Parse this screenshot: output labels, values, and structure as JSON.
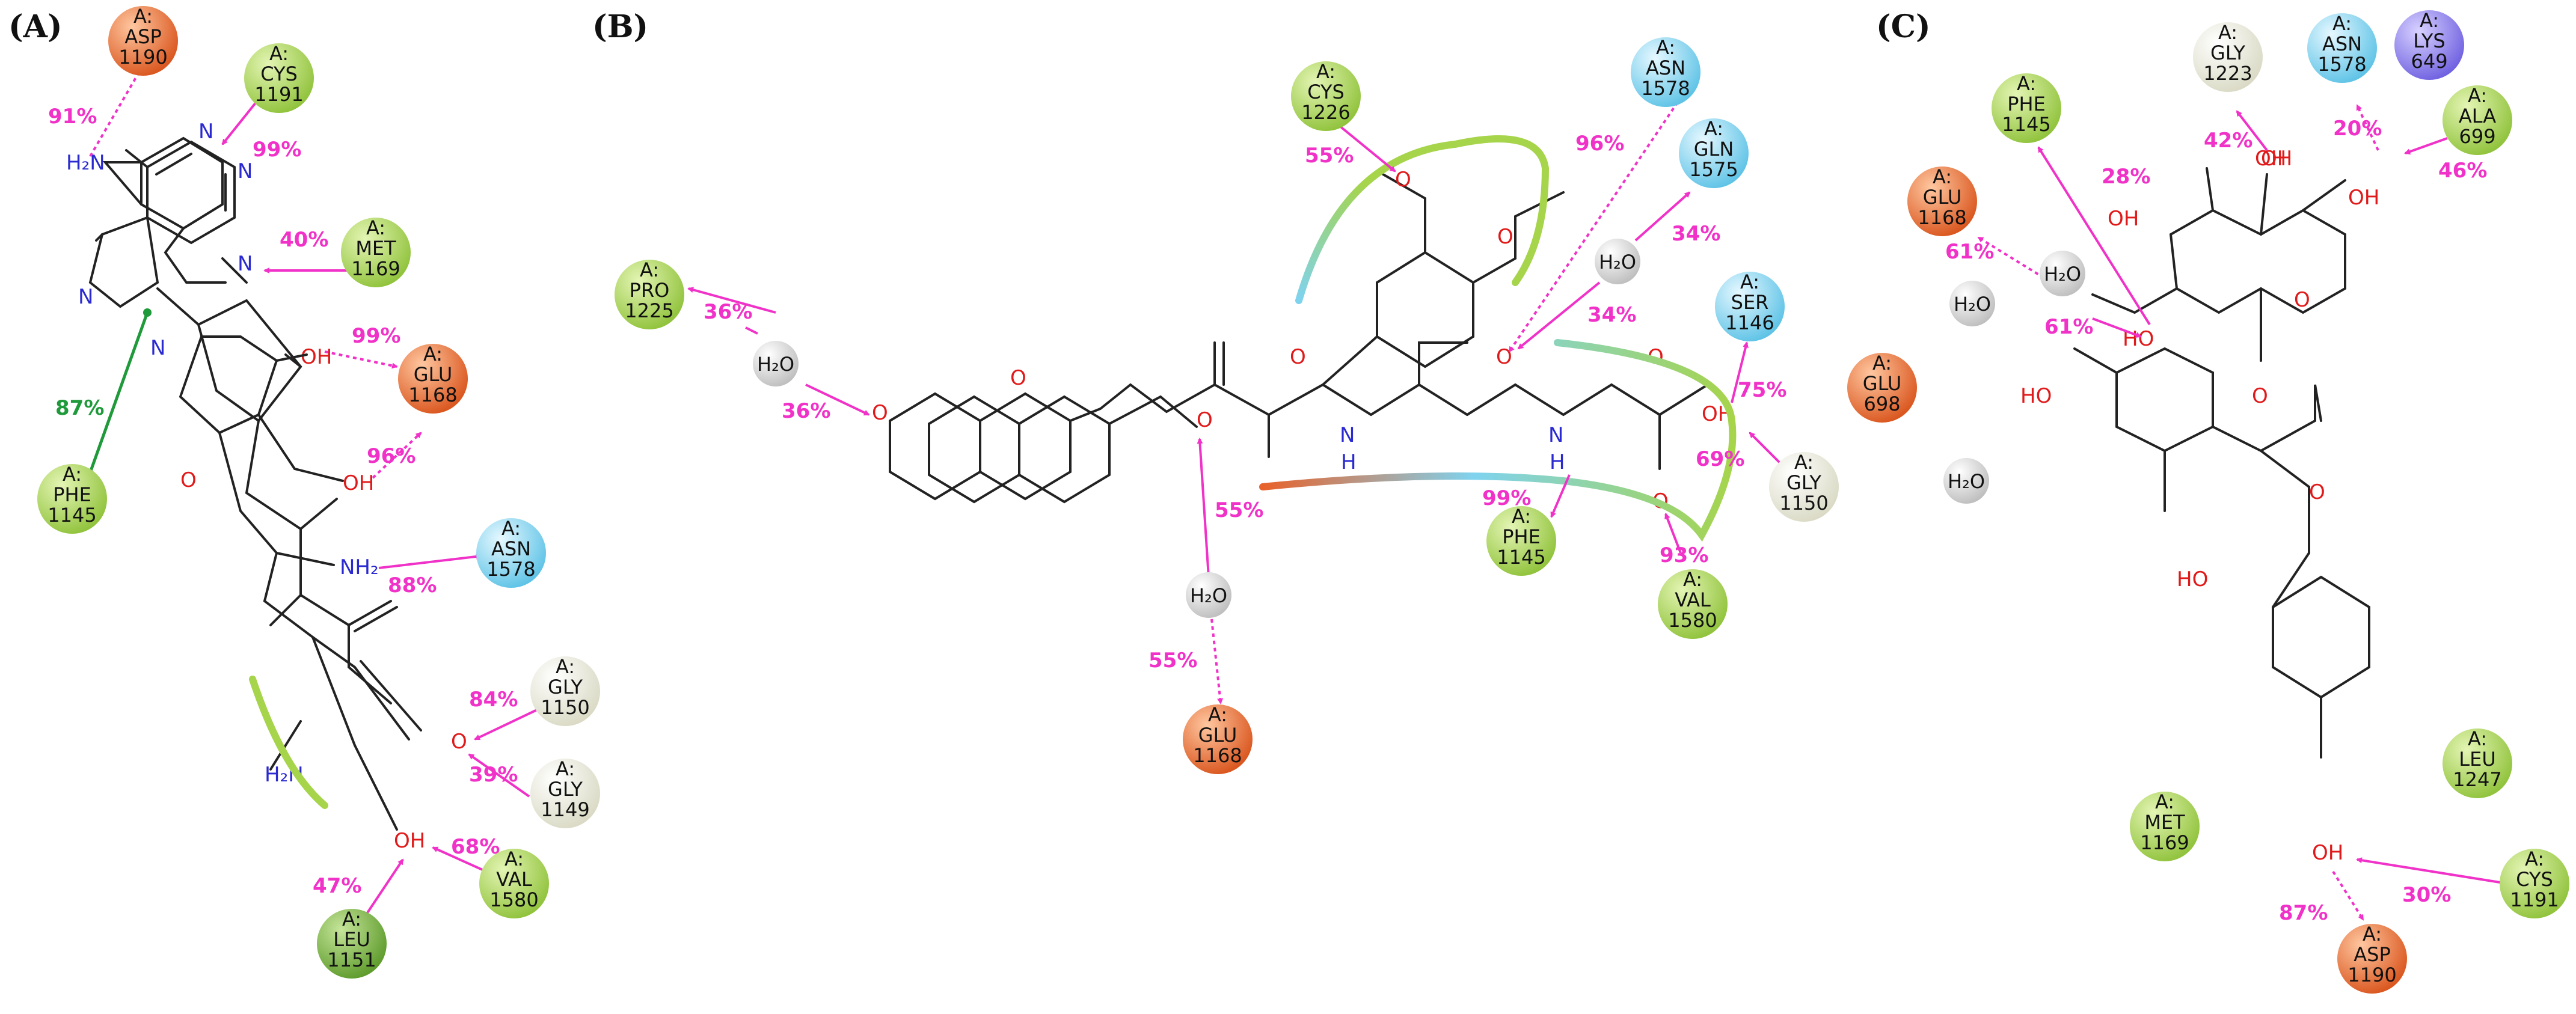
{
  "panels": [
    {
      "label": "(A)",
      "residues": [
        {
          "prefix": "A:",
          "name": "ASP",
          "num": "1190",
          "type": "acidic"
        },
        {
          "prefix": "A:",
          "name": "CYS",
          "num": "1191",
          "type": "hydrophobic"
        },
        {
          "prefix": "A:",
          "name": "MET",
          "num": "1169",
          "type": "hydrophobic"
        },
        {
          "prefix": "A:",
          "name": "GLU",
          "num": "1168",
          "type": "acidic"
        },
        {
          "prefix": "A:",
          "name": "PHE",
          "num": "1145",
          "type": "hydrophobic"
        },
        {
          "prefix": "A:",
          "name": "ASN",
          "num": "1578",
          "type": "polar"
        },
        {
          "prefix": "A:",
          "name": "GLY",
          "num": "1150",
          "type": "glycine"
        },
        {
          "prefix": "A:",
          "name": "GLY",
          "num": "1149",
          "type": "glycine"
        },
        {
          "prefix": "A:",
          "name": "VAL",
          "num": "1580",
          "type": "hydrophobic"
        },
        {
          "prefix": "A:",
          "name": "LEU",
          "num": "1151",
          "type": "hydrophobic_dark"
        }
      ],
      "percents": [
        "91%",
        "99%",
        "40%",
        "99%",
        "96%",
        "87%",
        "88%",
        "84%",
        "39%",
        "68%",
        "47%"
      ],
      "atoms": [
        "H₂N",
        "N",
        "N",
        "N",
        "N",
        "N",
        "OH",
        "OH",
        "O",
        "NH₂",
        "H₂N",
        "O",
        "OH"
      ]
    },
    {
      "label": "(B)",
      "residues": [
        {
          "prefix": "A:",
          "name": "CYS",
          "num": "1226",
          "type": "hydrophobic"
        },
        {
          "prefix": "A:",
          "name": "ASN",
          "num": "1578",
          "type": "polar"
        },
        {
          "prefix": "A:",
          "name": "GLN",
          "num": "1575",
          "type": "polar"
        },
        {
          "prefix": "A:",
          "name": "PRO",
          "num": "1225",
          "type": "hydrophobic"
        },
        {
          "prefix": "A:",
          "name": "SER",
          "num": "1146",
          "type": "polar"
        },
        {
          "prefix": "A:",
          "name": "GLY",
          "num": "1150",
          "type": "glycine"
        },
        {
          "prefix": "A:",
          "name": "PHE",
          "num": "1145",
          "type": "hydrophobic"
        },
        {
          "prefix": "A:",
          "name": "VAL",
          "num": "1580",
          "type": "hydrophobic"
        },
        {
          "prefix": "A:",
          "name": "GLU",
          "num": "1168",
          "type": "acidic"
        }
      ],
      "waters": [
        "H₂O",
        "H₂O",
        "H₂O"
      ],
      "percents": [
        "55%",
        "96%",
        "34%",
        "34%",
        "36%",
        "36%",
        "75%",
        "69%",
        "99%",
        "93%",
        "55%",
        "55%"
      ],
      "atoms": [
        "O",
        "O",
        "O",
        "O",
        "O",
        "O",
        "O",
        "N",
        "H",
        "N",
        "H",
        "O",
        "OH",
        "O"
      ]
    },
    {
      "label": "(C)",
      "residues": [
        {
          "prefix": "A:",
          "name": "GLY",
          "num": "1223",
          "type": "glycine"
        },
        {
          "prefix": "A:",
          "name": "ASN",
          "num": "1578",
          "type": "polar"
        },
        {
          "prefix": "A:",
          "name": "LYS",
          "num": "649",
          "type": "basic"
        },
        {
          "prefix": "A:",
          "name": "PHE",
          "num": "1145",
          "type": "hydrophobic"
        },
        {
          "prefix": "A:",
          "name": "ALA",
          "num": "699",
          "type": "hydrophobic"
        },
        {
          "prefix": "A:",
          "name": "GLU",
          "num": "1168",
          "type": "acidic"
        },
        {
          "prefix": "A:",
          "name": "GLU",
          "num": "698",
          "type": "acidic"
        },
        {
          "prefix": "A:",
          "name": "LEU",
          "num": "1247",
          "type": "hydrophobic"
        },
        {
          "prefix": "A:",
          "name": "MET",
          "num": "1169",
          "type": "hydrophobic"
        },
        {
          "prefix": "A:",
          "name": "CYS",
          "num": "1191",
          "type": "hydrophobic"
        },
        {
          "prefix": "A:",
          "name": "ASP",
          "num": "1190",
          "type": "acidic"
        }
      ],
      "waters": [
        "H₂O",
        "H₂O",
        "H₂O"
      ],
      "percents": [
        "28%",
        "42%",
        "20%",
        "46%",
        "61%",
        "61%",
        "30%",
        "87%"
      ],
      "atoms": [
        "OH",
        "OH",
        "OH",
        "HO",
        "HO",
        "O",
        "O",
        "HO",
        "O",
        "OH",
        "OH"
      ]
    }
  ],
  "colors": {
    "interaction": "#f032c8",
    "pi_stack": "#1f9a3a",
    "hydrophobic": "#a6d44a",
    "hydrophobic_dark": "#7cb342",
    "acidic": "#e8622a",
    "polar": "#7fd3ef",
    "glycine": "#f2f2e6",
    "basic": "#8c7df0",
    "water": "#d9d9d9",
    "nitrogen": "#2a2ad0",
    "oxygen": "#e01a1a"
  }
}
